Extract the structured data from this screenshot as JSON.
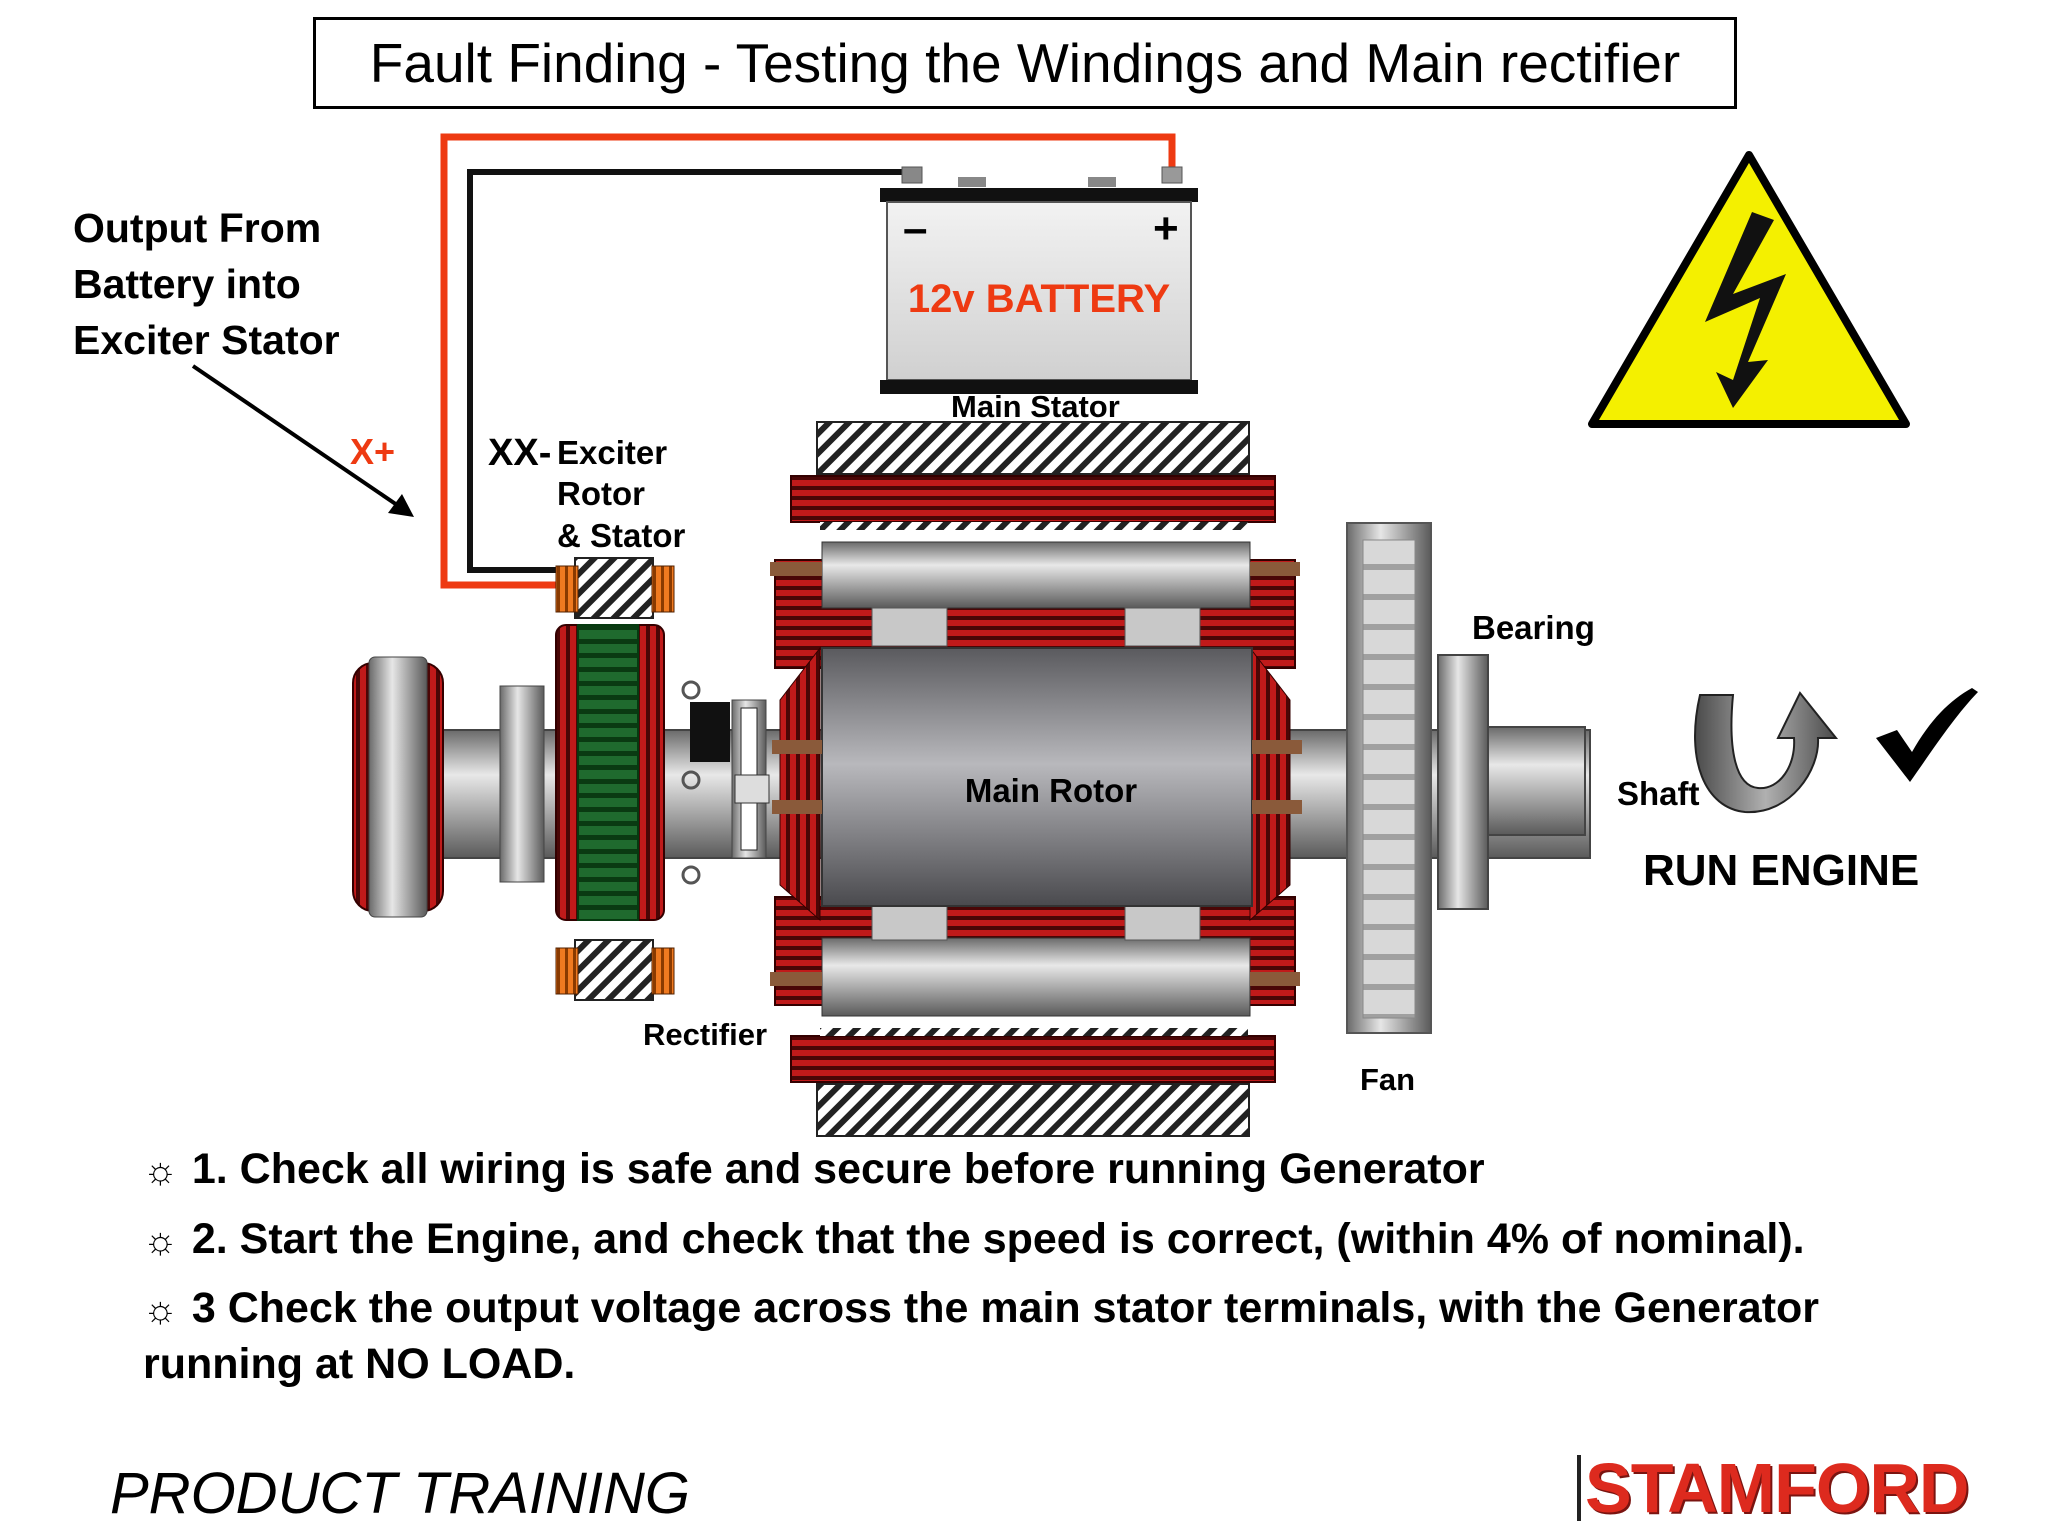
{
  "title": "Fault Finding - Testing the Windings and Main rectifier",
  "labels": {
    "output_from": "Output From",
    "battery_into": "Battery into",
    "exciter_stator": "Exciter Stator",
    "x_plus": "X+",
    "xx_prefix": "XX-",
    "exciter_line1": "Exciter",
    "exciter_line2": "Rotor",
    "exciter_line3": "& Stator",
    "main_stator": "Main Stator",
    "main_rotor": "Main Rotor",
    "rectifier": "Rectifier",
    "bearing": "Bearing",
    "fan": "Fan",
    "shaft": "Shaft",
    "run_engine": "RUN ENGINE"
  },
  "battery": {
    "label": "12v BATTERY",
    "minus": "–",
    "plus": "+"
  },
  "steps": [
    "1. Check all wiring is safe and secure before running Generator",
    "2. Start the Engine, and check that the speed is correct, (within 4% of nominal).",
    "3  Check the output voltage across the main stator terminals, with the Generator",
    "running at NO LOAD."
  ],
  "bullet_symbol": "☼",
  "footer": {
    "left": "PRODUCT TRAINING",
    "brand": "STAMFORD"
  },
  "colors": {
    "wire_positive": "#ee3a12",
    "wire_negative": "#111111",
    "winding": "#b01818",
    "warning_yellow": "#f4f000",
    "brand_red": "#dd2a1e"
  }
}
